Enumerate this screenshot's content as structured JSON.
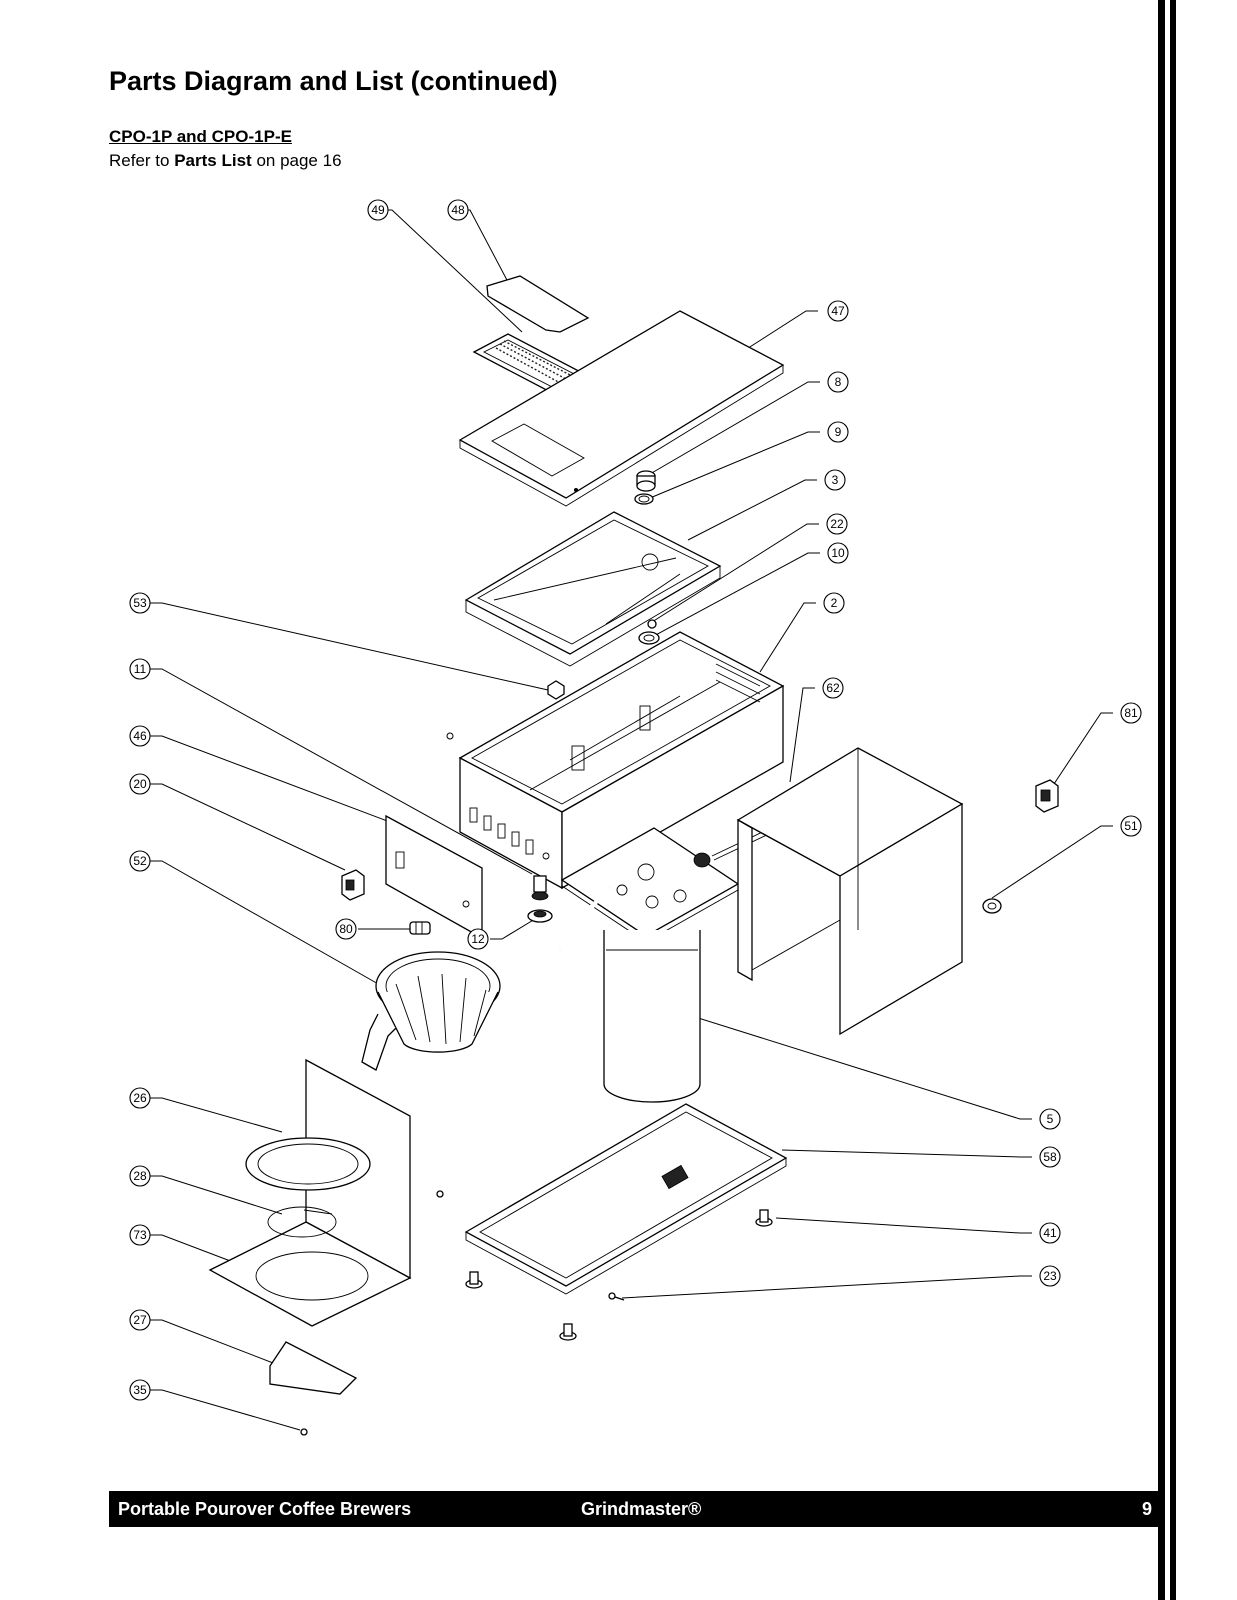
{
  "heading": "Parts Diagram and List (continued)",
  "model": "CPO-1P and CPO-1P-E",
  "refer": {
    "prefix": "Refer to",
    "bold": "Parts List",
    "suffix": "on page 16"
  },
  "callouts": [
    {
      "id": "c49",
      "label": "49"
    },
    {
      "id": "c48",
      "label": "48"
    },
    {
      "id": "c47",
      "label": "47"
    },
    {
      "id": "c8",
      "label": "8"
    },
    {
      "id": "c9",
      "label": "9"
    },
    {
      "id": "c3",
      "label": "3"
    },
    {
      "id": "c22",
      "label": "22"
    },
    {
      "id": "c10",
      "label": "10"
    },
    {
      "id": "c2",
      "label": "2"
    },
    {
      "id": "c53",
      "label": "53"
    },
    {
      "id": "c11",
      "label": "11"
    },
    {
      "id": "c62",
      "label": "62"
    },
    {
      "id": "c81",
      "label": "81"
    },
    {
      "id": "c46",
      "label": "46"
    },
    {
      "id": "c20",
      "label": "20"
    },
    {
      "id": "c51",
      "label": "51"
    },
    {
      "id": "c52",
      "label": "52"
    },
    {
      "id": "c80",
      "label": "80"
    },
    {
      "id": "c12",
      "label": "12"
    },
    {
      "id": "c5",
      "label": "5"
    },
    {
      "id": "c26",
      "label": "26"
    },
    {
      "id": "c58",
      "label": "58"
    },
    {
      "id": "c28",
      "label": "28"
    },
    {
      "id": "c41",
      "label": "41"
    },
    {
      "id": "c73",
      "label": "73"
    },
    {
      "id": "c23",
      "label": "23"
    },
    {
      "id": "c27",
      "label": "27"
    },
    {
      "id": "c35",
      "label": "35"
    }
  ],
  "footer": {
    "left": "Portable Pourover Coffee Brewers",
    "center": "Grindmaster®",
    "page": "9"
  }
}
